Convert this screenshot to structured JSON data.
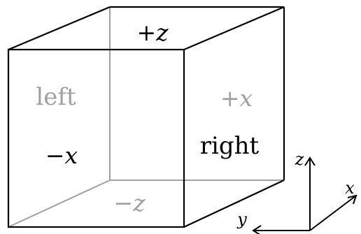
{
  "diagram": {
    "labels": {
      "top": "+z",
      "bottom": "−z",
      "left_word": "left",
      "left_axis": "−x",
      "right_word": "right",
      "right_axis": "+x"
    },
    "axes": {
      "z": "z",
      "x": "x",
      "y": "y"
    },
    "colors": {
      "front_edges": "#000000",
      "hidden_edges": "#a0a0a0",
      "muted_text": "#a0a0a0",
      "text": "#000000"
    }
  }
}
